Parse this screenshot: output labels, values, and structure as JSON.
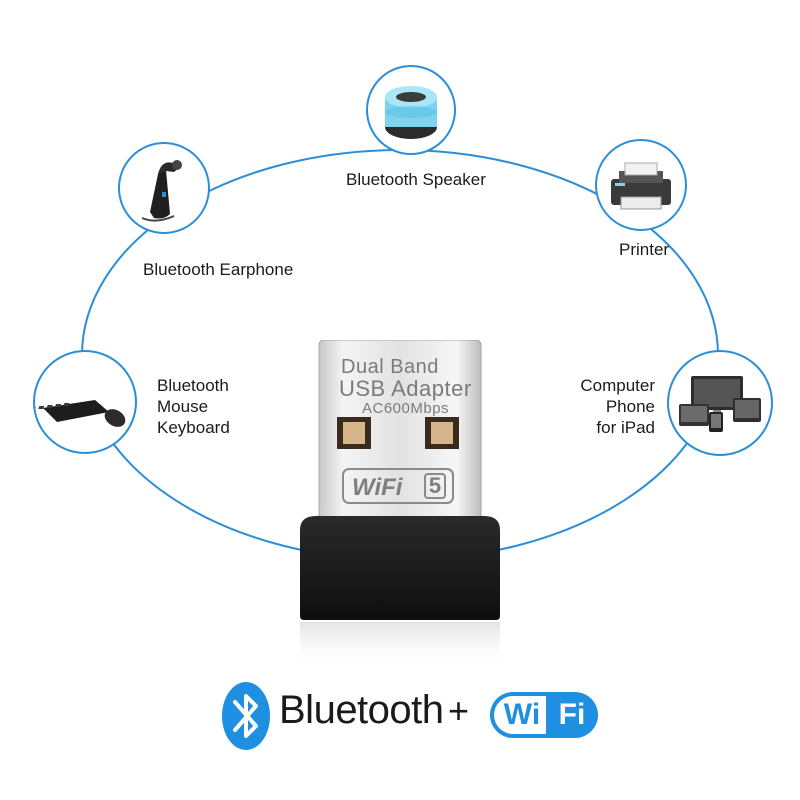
{
  "devices": [
    {
      "id": "speaker",
      "label_lines": [
        "Bluetooth Speaker"
      ],
      "icon": "speaker-icon"
    },
    {
      "id": "earphone",
      "label_lines": [
        "Bluetooth Earphone"
      ],
      "icon": "earphone-icon"
    },
    {
      "id": "printer",
      "label_lines": [
        "Printer"
      ],
      "icon": "printer-icon"
    },
    {
      "id": "mouse-keyboard",
      "label_lines": [
        "Bluetooth",
        "Mouse",
        "Keyboard"
      ],
      "icon": "keyboard-mouse-icon"
    },
    {
      "id": "computer",
      "label_lines": [
        "Computer",
        "Phone",
        "for iPad"
      ],
      "icon": "computer-phone-tablet-icon"
    }
  ],
  "dongle": {
    "line1": "Dual Band",
    "line2": "USB Adapter",
    "line3": "AC600Mbps",
    "badge_word": "WiFi",
    "badge_number": "5"
  },
  "footer": {
    "bluetooth_word": "Bluetooth",
    "plus": "+",
    "wifi_left": "Wi",
    "wifi_right": "Fi"
  },
  "colors": {
    "accent_blue": "#2a8ed8",
    "bluetooth_blue": "#1f8fe2",
    "text": "#1b1b1b"
  }
}
